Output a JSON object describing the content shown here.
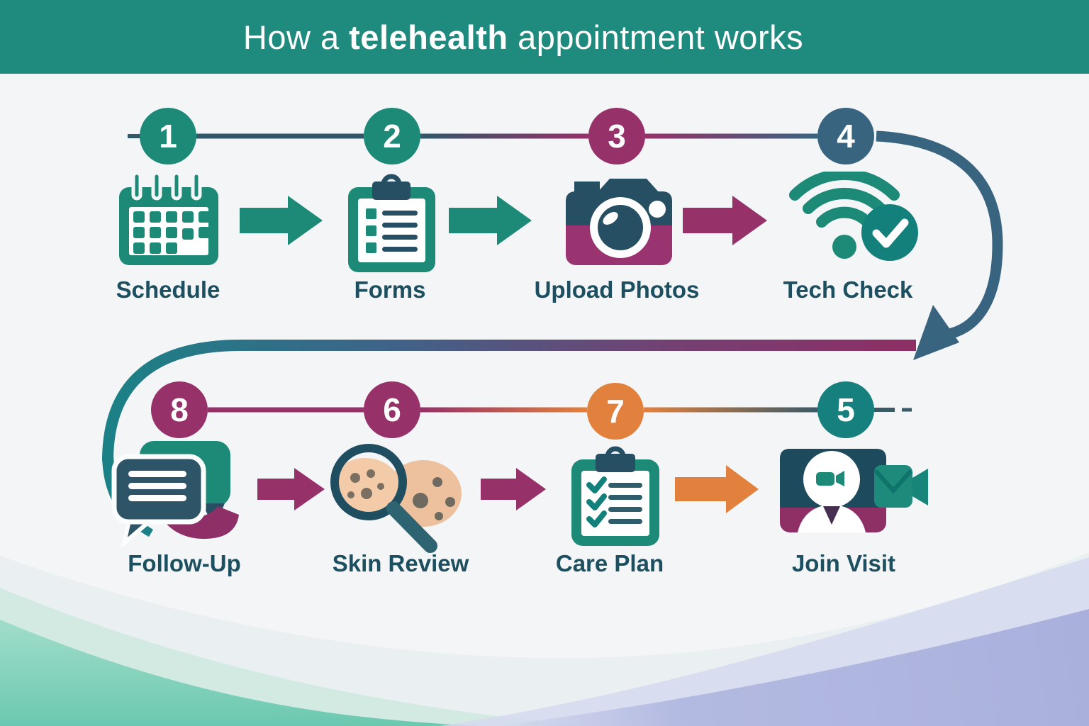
{
  "header": {
    "title_prefix": "How a ",
    "title_bold": "telehealth",
    "title_suffix": " appointment works"
  },
  "rows": [
    {
      "steps": [
        {
          "number": "1",
          "label": "Schedule",
          "icon": "calendar-icon"
        },
        {
          "number": "2",
          "label": "Forms",
          "icon": "clipboard-form-icon"
        },
        {
          "number": "3",
          "label": "Upload Photos",
          "icon": "camera-icon"
        },
        {
          "number": "4",
          "label": "Tech Check",
          "icon": "wifi-check-icon"
        }
      ]
    },
    {
      "steps": [
        {
          "number": "8",
          "label": "Follow-Up",
          "icon": "chat-bubbles-icon"
        },
        {
          "number": "6",
          "label": "Skin Review",
          "icon": "magnifier-skin-icon"
        },
        {
          "number": "7",
          "label": "Care Plan",
          "icon": "clipboard-check-icon"
        },
        {
          "number": "5",
          "label": "Join Visit",
          "icon": "video-call-icon"
        }
      ]
    }
  ],
  "colors": {
    "header_teal": "#1e8b7e",
    "teal": "#1d8a78",
    "teal_dark": "#13807b",
    "magenta": "#963169",
    "steel_blue": "#386480",
    "orange": "#e2813e",
    "dark_slate": "#274f63",
    "label_text": "#1c4f5f",
    "skin_tone": "#edc19e",
    "mint_wave": "#6cc8b0",
    "lavender_wave": "#a9b0dc"
  }
}
